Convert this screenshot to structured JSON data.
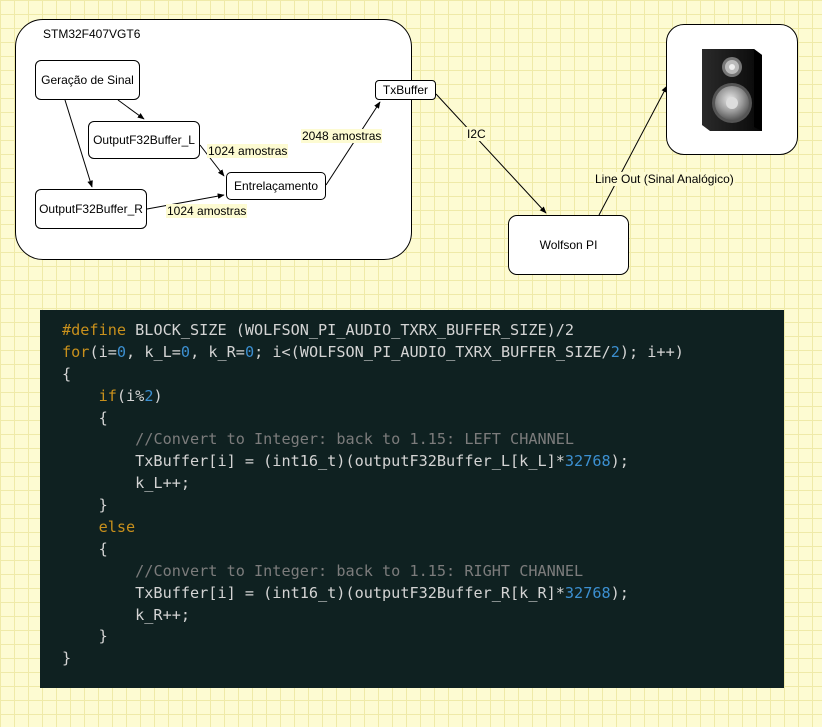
{
  "diagram": {
    "container_title": "STM32F407VGT6",
    "nodes": {
      "geracao": "Geração de Sinal",
      "output_l": "OutputF32Buffer_L",
      "output_r": "OutputF32Buffer_R",
      "entrelacamento": "Entrelaçamento",
      "txbuffer": "TxBuffer",
      "wolfson": "Wolfson PI",
      "speaker_icon": "speaker-icon"
    },
    "edge_labels": {
      "l_to_entre": "1024 amostras",
      "r_to_entre": "1024 amostras",
      "entre_to_tx": "2048 amostras",
      "tx_to_wolfson": "I2C",
      "wolfson_to_speaker": "Line Out (Sinal Analógico)"
    }
  },
  "code": {
    "colors": {
      "keyword": "#c8901c",
      "text": "#d4d4d4",
      "number": "#3c8fd0",
      "comment": "#7c7c7c",
      "background": "#0f2121"
    },
    "lines": [
      [
        [
          "kw",
          "#define"
        ],
        [
          "tx",
          " BLOCK_SIZE (WOLFSON_PI_AUDIO_TXRX_BUFFER_SIZE)/2"
        ]
      ],
      [
        [
          "kw",
          "for"
        ],
        [
          "tx",
          "(i="
        ],
        [
          "nm",
          "0"
        ],
        [
          "tx",
          ", k_L="
        ],
        [
          "nm",
          "0"
        ],
        [
          "tx",
          ", k_R="
        ],
        [
          "nm",
          "0"
        ],
        [
          "tx",
          "; i<(WOLFSON_PI_AUDIO_TXRX_BUFFER_SIZE/"
        ],
        [
          "nm",
          "2"
        ],
        [
          "tx",
          "); i++)"
        ]
      ],
      [
        [
          "tx",
          "{"
        ]
      ],
      [
        [
          "tx",
          "    "
        ],
        [
          "kw",
          "if"
        ],
        [
          "tx",
          "(i%"
        ],
        [
          "nm",
          "2"
        ],
        [
          "tx",
          ")"
        ]
      ],
      [
        [
          "tx",
          "    {"
        ]
      ],
      [
        [
          "tx",
          "        "
        ],
        [
          "cm",
          "//Convert to Integer: back to 1.15: LEFT CHANNEL"
        ]
      ],
      [
        [
          "tx",
          "        TxBuffer[i] = (int16_t)(outputF32Buffer_L[k_L]*"
        ],
        [
          "nm",
          "32768"
        ],
        [
          "tx",
          ");"
        ]
      ],
      [
        [
          "tx",
          "        k_L++;"
        ]
      ],
      [
        [
          "tx",
          "    }"
        ]
      ],
      [
        [
          "tx",
          "    "
        ],
        [
          "kw",
          "else"
        ]
      ],
      [
        [
          "tx",
          "    {"
        ]
      ],
      [
        [
          "tx",
          "        "
        ],
        [
          "cm",
          "//Convert to Integer: back to 1.15: RIGHT CHANNEL"
        ]
      ],
      [
        [
          "tx",
          "        TxBuffer[i] = (int16_t)(outputF32Buffer_R[k_R]*"
        ],
        [
          "nm",
          "32768"
        ],
        [
          "tx",
          ");"
        ]
      ],
      [
        [
          "tx",
          "        k_R++;"
        ]
      ],
      [
        [
          "tx",
          "    }"
        ]
      ],
      [
        [
          "tx",
          "}"
        ]
      ]
    ]
  }
}
